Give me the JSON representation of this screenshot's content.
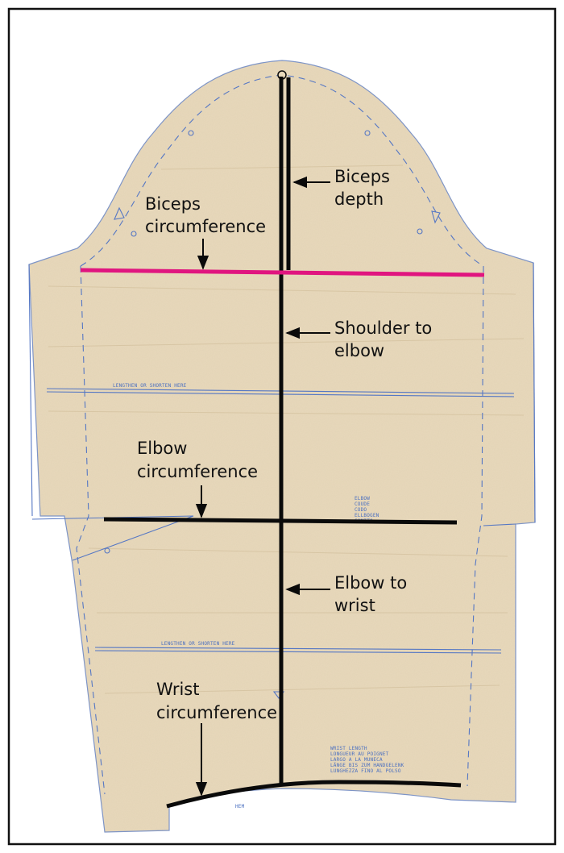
{
  "labels": {
    "biceps_depth": [
      "Biceps",
      "depth"
    ],
    "biceps_circumference": [
      "Biceps",
      "circumference"
    ],
    "shoulder_to_elbow": [
      "Shoulder to",
      "elbow"
    ],
    "elbow_circumference": [
      "Elbow",
      "circumference"
    ],
    "elbow_to_wrist": [
      "Elbow to",
      "wrist"
    ],
    "wrist_circumference": [
      "Wrist",
      "circumference"
    ]
  },
  "pattern_text": {
    "lengthen_upper": "LENGTHEN OR SHORTEN HERE",
    "lengthen_lower": "LENGTHEN OR SHORTEN HERE",
    "elbow_block": [
      "ELBOW",
      "COUDE",
      "CODO",
      "ELLBOGEN",
      "GOMITO"
    ],
    "wrist_block": [
      "WRIST LENGTH",
      "LONGUEUR AU POIGNET",
      "LARGO A LA MUNECA",
      "LÄNGE BIS ZUM HANDGELENK",
      "LUNGHEZZA FINO AL POLSO"
    ],
    "hem": "HEM"
  },
  "colors": {
    "paper": "#e8d9bc",
    "pattern_line": "#5577c4",
    "measure_line": "#0a0a0a",
    "biceps_line": "#e0157f",
    "frame": "#111111"
  }
}
